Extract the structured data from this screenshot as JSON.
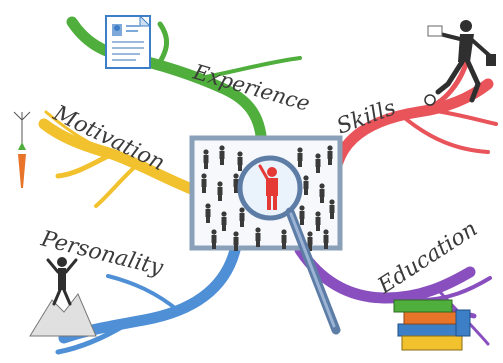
{
  "branches": [
    {
      "key": "experience",
      "label": "Experience",
      "color": "#4fae3c",
      "icon": "resume-document-icon"
    },
    {
      "key": "skills",
      "label": "Skills",
      "color": "#e8545a",
      "icon": "businessman-running-icon"
    },
    {
      "key": "motivation",
      "label": "Motivation",
      "color": "#f2c12e",
      "icon": "carrot-on-stick-icon"
    },
    {
      "key": "personality",
      "label": "Personality",
      "color": "#4f8fd6",
      "icon": "mountain-climber-icon"
    },
    {
      "key": "education",
      "label": "Education",
      "color": "#8a4fbf",
      "icon": "books-stack-icon"
    }
  ],
  "center": {
    "icon": "magnifying-glass-crowd-icon",
    "highlight_color": "#e53935",
    "frame_color": "#8a9fb8"
  }
}
